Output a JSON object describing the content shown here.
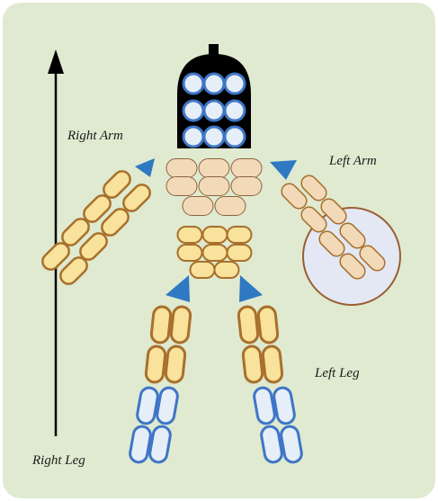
{
  "labels": {
    "right_arm": "Right Arm",
    "left_arm": "Left Arm",
    "left_leg": "Left Leg",
    "right_leg": "Right Leg"
  },
  "colors": {
    "background": "#dfead0",
    "helmet": "#000000",
    "blue_fill": "#e6eef8",
    "blue_stroke": "#3f76c6",
    "torso_fill": "#f2d9b8",
    "torso_stroke": "#8a6440",
    "yellow_fill": "#f9e29b",
    "yellow_stroke": "#a8702c",
    "shield_fill": "#e3e8f4",
    "shield_stroke": "#9a5e33",
    "triangle": "#2f79c3",
    "arrow": "#000000"
  },
  "icons": {
    "helmet": "helmet-icon",
    "shield": "round-shield-icon",
    "pointer": "triangle-pointer-icon",
    "axis_arrow": "up-arrow-icon"
  }
}
